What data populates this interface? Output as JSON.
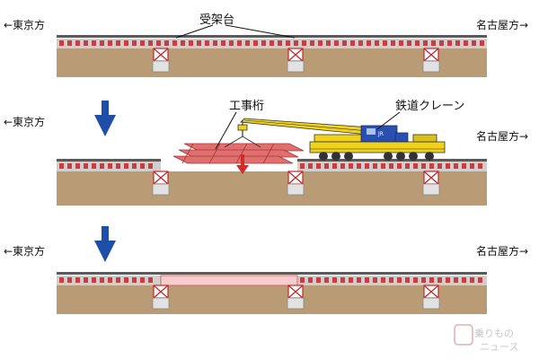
{
  "colors": {
    "ground": "#b99b76",
    "ballast": "#cfcfcf",
    "rail": "#5a5a5a",
    "sleeper": "#d13a3a",
    "pier": "#e2e2e2",
    "pier_x": "#c52424",
    "girder": "#e07070",
    "girder_installed": "#f8cccc",
    "crane_body": "#f1d21a",
    "crane_cab": "#2a4fb0",
    "crane_wheels": "#333333",
    "arrow": "#1f4ea8",
    "lift_arrow": "#d02a2a"
  },
  "labels": {
    "tokyo_dir": "←東京方",
    "nagoya_dir": "名古屋方→",
    "receiving_platform": "受架台",
    "construction_girder": "工事桁",
    "railway_crane": "鉄道クレーン",
    "crane_marking": "JR"
  },
  "watermark": {
    "main": "乗りもの",
    "sub": "ニュース"
  },
  "icons": {
    "step_arrow": "down-arrow-icon",
    "lift_arrow": "lifting-arrow-icon",
    "watermark": "watermark-logo-icon"
  }
}
